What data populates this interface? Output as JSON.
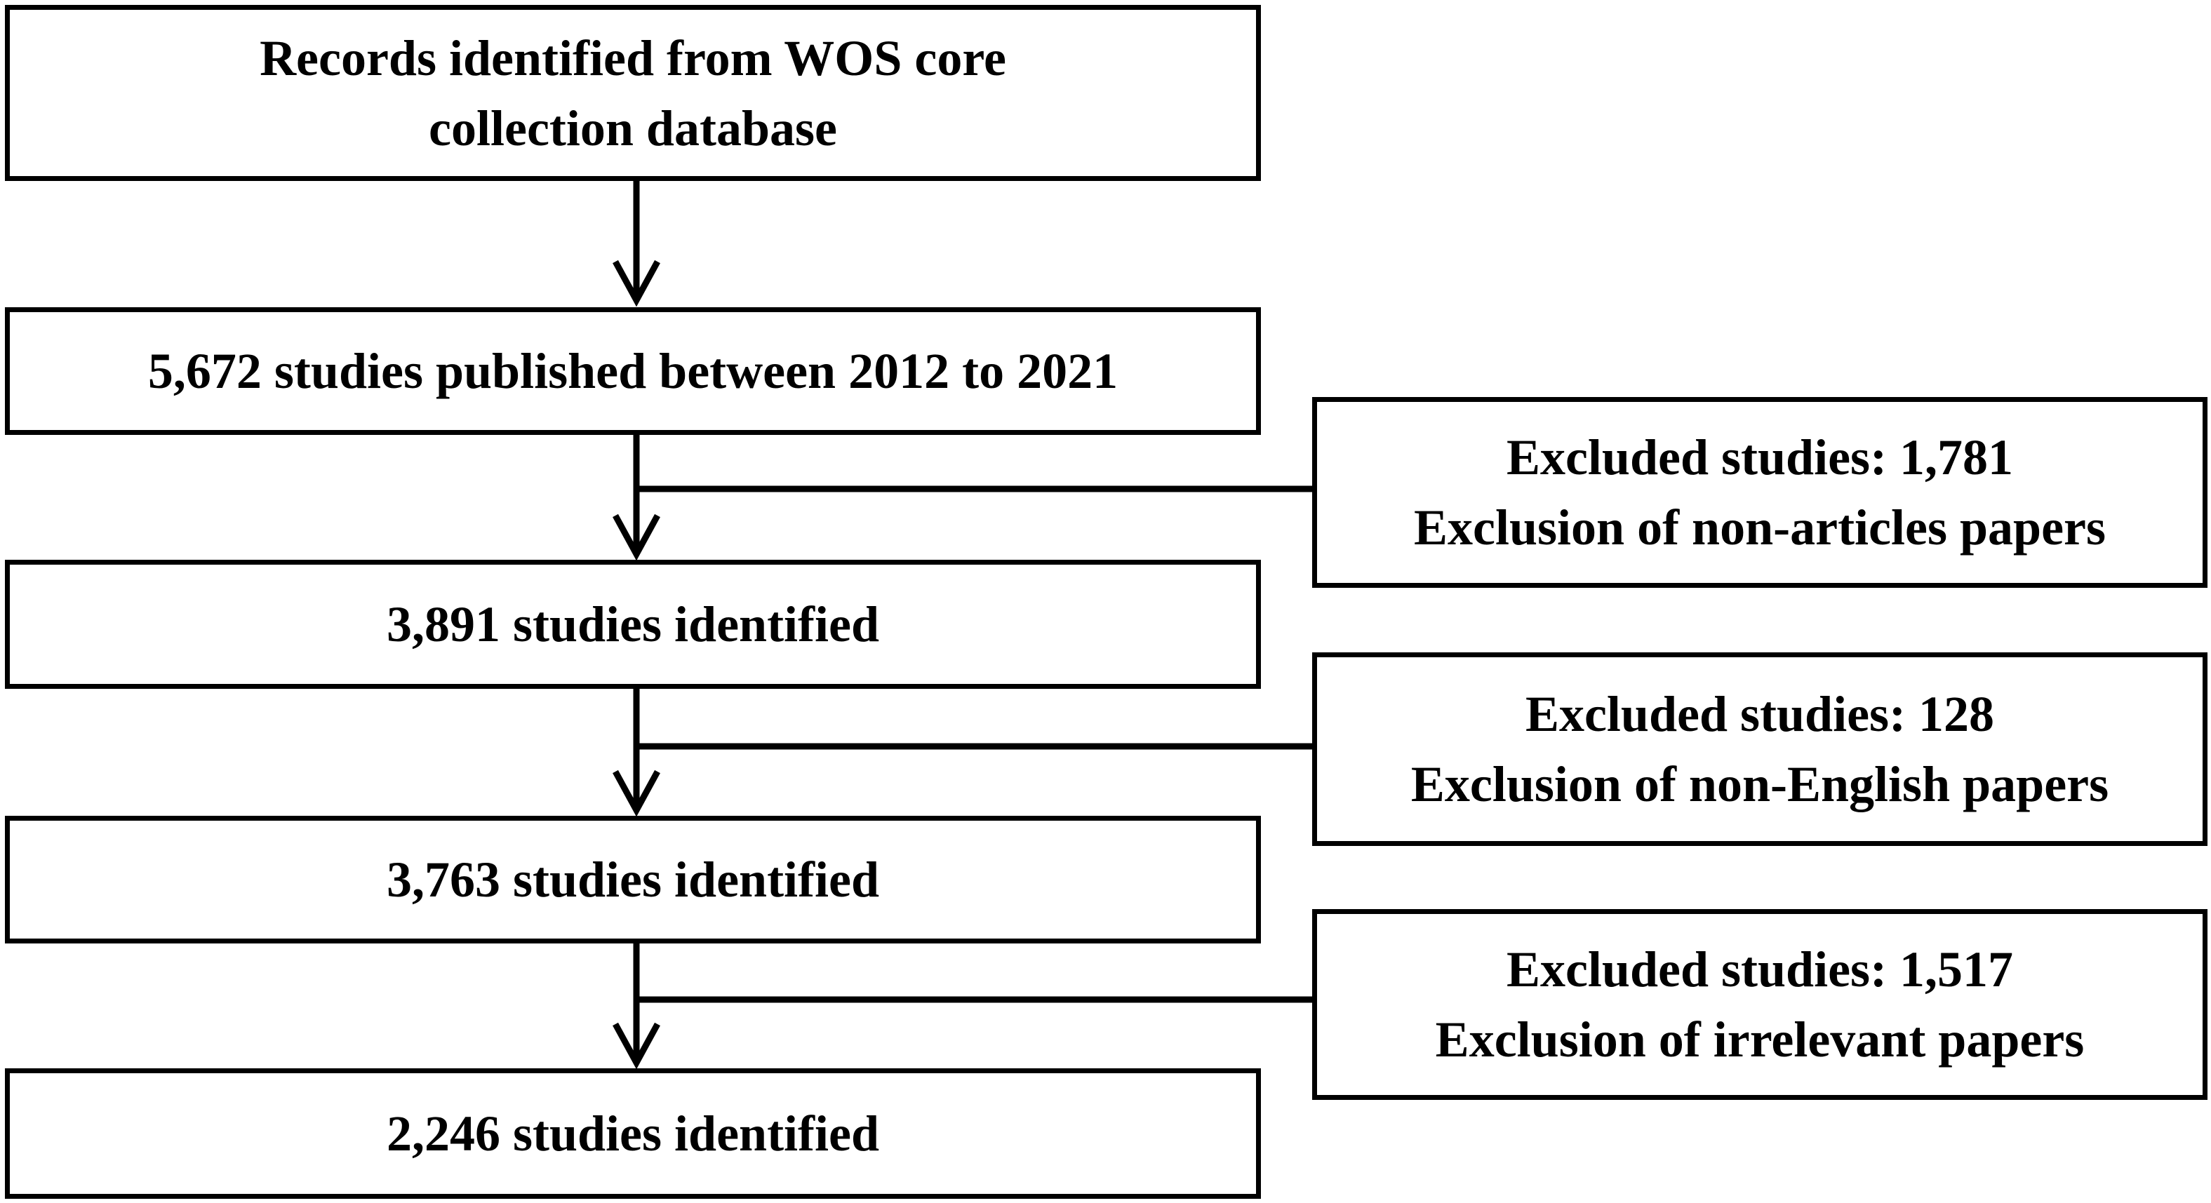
{
  "flow": {
    "main": [
      {
        "lines": [
          "Records identified from WOS core",
          "collection database"
        ]
      },
      {
        "lines": [
          "5,672 studies published between 2012 to 2021"
        ]
      },
      {
        "lines": [
          "3,891 studies identified"
        ]
      },
      {
        "lines": [
          "3,763 studies identified"
        ]
      },
      {
        "lines": [
          "2,246 studies identified"
        ]
      }
    ],
    "exclusions": [
      {
        "lines": [
          "Excluded studies: 1,781",
          "Exclusion of non-articles papers"
        ]
      },
      {
        "lines": [
          "Excluded studies: 128",
          "Exclusion of non-English papers"
        ]
      },
      {
        "lines": [
          "Excluded studies: 1,517",
          "Exclusion of irrelevant papers"
        ]
      }
    ]
  },
  "colors": {
    "stroke": "#000000",
    "background": "#ffffff"
  }
}
